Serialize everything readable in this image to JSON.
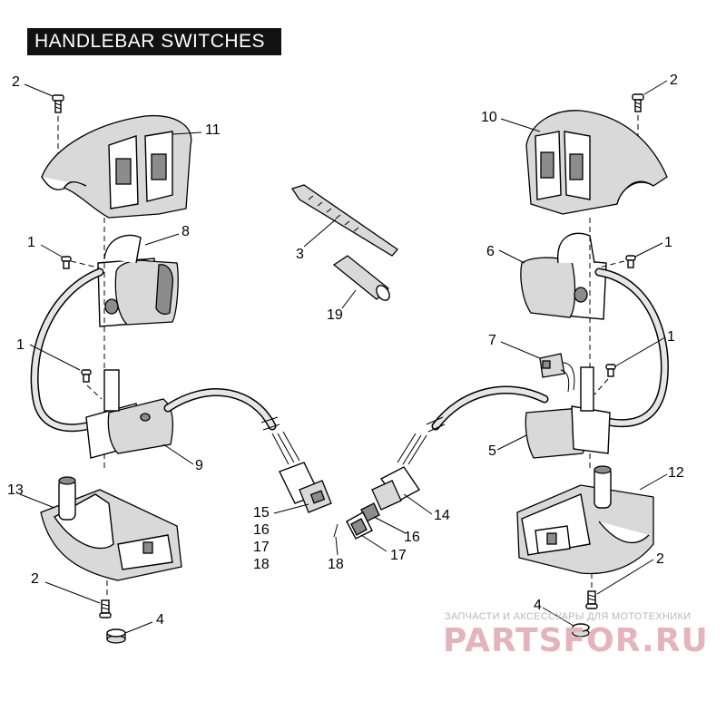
{
  "title": "HANDLEBAR SWITCHES",
  "callouts": [
    {
      "id": "c2a",
      "text": "2"
    },
    {
      "id": "c11",
      "text": "11"
    },
    {
      "id": "c1a",
      "text": "1"
    },
    {
      "id": "c8",
      "text": "8"
    },
    {
      "id": "c1b",
      "text": "1"
    },
    {
      "id": "c9",
      "text": "9"
    },
    {
      "id": "c13",
      "text": "13"
    },
    {
      "id": "c2b",
      "text": "2"
    },
    {
      "id": "c4a",
      "text": "4"
    },
    {
      "id": "c3",
      "text": "3"
    },
    {
      "id": "c19",
      "text": "19"
    },
    {
      "id": "c15",
      "text": "15"
    },
    {
      "id": "c16a",
      "text": "16"
    },
    {
      "id": "c17a",
      "text": "17"
    },
    {
      "id": "c18a",
      "text": "18"
    },
    {
      "id": "c14",
      "text": "14"
    },
    {
      "id": "c16b",
      "text": "16"
    },
    {
      "id": "c17b",
      "text": "17"
    },
    {
      "id": "c18b",
      "text": "18"
    },
    {
      "id": "c2c",
      "text": "2"
    },
    {
      "id": "c10",
      "text": "10"
    },
    {
      "id": "c6",
      "text": "6"
    },
    {
      "id": "c1c",
      "text": "1"
    },
    {
      "id": "c7",
      "text": "7"
    },
    {
      "id": "c1d",
      "text": "1"
    },
    {
      "id": "c5",
      "text": "5"
    },
    {
      "id": "c12",
      "text": "12"
    },
    {
      "id": "c2d",
      "text": "2"
    },
    {
      "id": "c4b",
      "text": "4"
    }
  ],
  "watermark": {
    "tagline": "ЗАПЧАСТИ И АКСЕССУАРЫ ДЛЯ МОТОТЕХНИКИ",
    "logo": "PARTSFOR.RU"
  }
}
